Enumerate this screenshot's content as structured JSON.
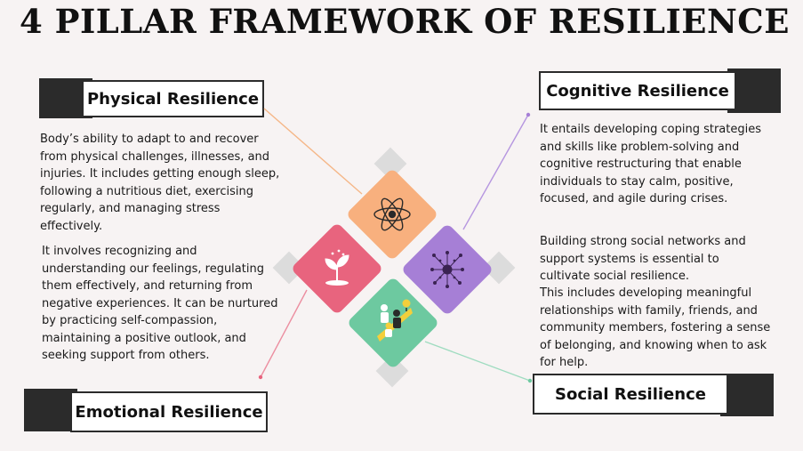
{
  "title": "4 PILLAR FRAMEWORK OF RESILIENCE",
  "pillars": {
    "physical": {
      "label": "Physical Resilience",
      "text": "Body’s ability to adapt to and recover from physical challenges, illnesses, and injuries. It includes getting enough sleep, following a nutritious diet, exercising regularly, and managing stress effectively.",
      "color": "#f8b07e",
      "icon": "atom-icon"
    },
    "cognitive": {
      "label": "Cognitive Resilience",
      "text": "It entails developing coping strategies and skills like problem-solving  and cognitive restructuring that enable individuals to stay calm, positive, focused, and agile during crises.",
      "color": "#a67fd6",
      "icon": "brain-network-icon"
    },
    "emotional": {
      "label": "Emotional Resilience",
      "text": "It involves recognizing and understanding our feelings, regulating them effectively, and returning from negative experiences. It can be nurtured by practicing self-compassion, maintaining a positive outlook, and seeking support from others.",
      "color": "#e8647e",
      "icon": "sprout-icon"
    },
    "social": {
      "label": "Social Resilience",
      "text1": "Building strong social networks and support systems is essential to cultivate social resilience.",
      "text2": "This includes developing meaningful relationships with family, friends, and community members, fostering a sense of belonging, and knowing when to ask for help.",
      "color": "#6dc9a0",
      "icon": "teamwork-icon"
    }
  }
}
